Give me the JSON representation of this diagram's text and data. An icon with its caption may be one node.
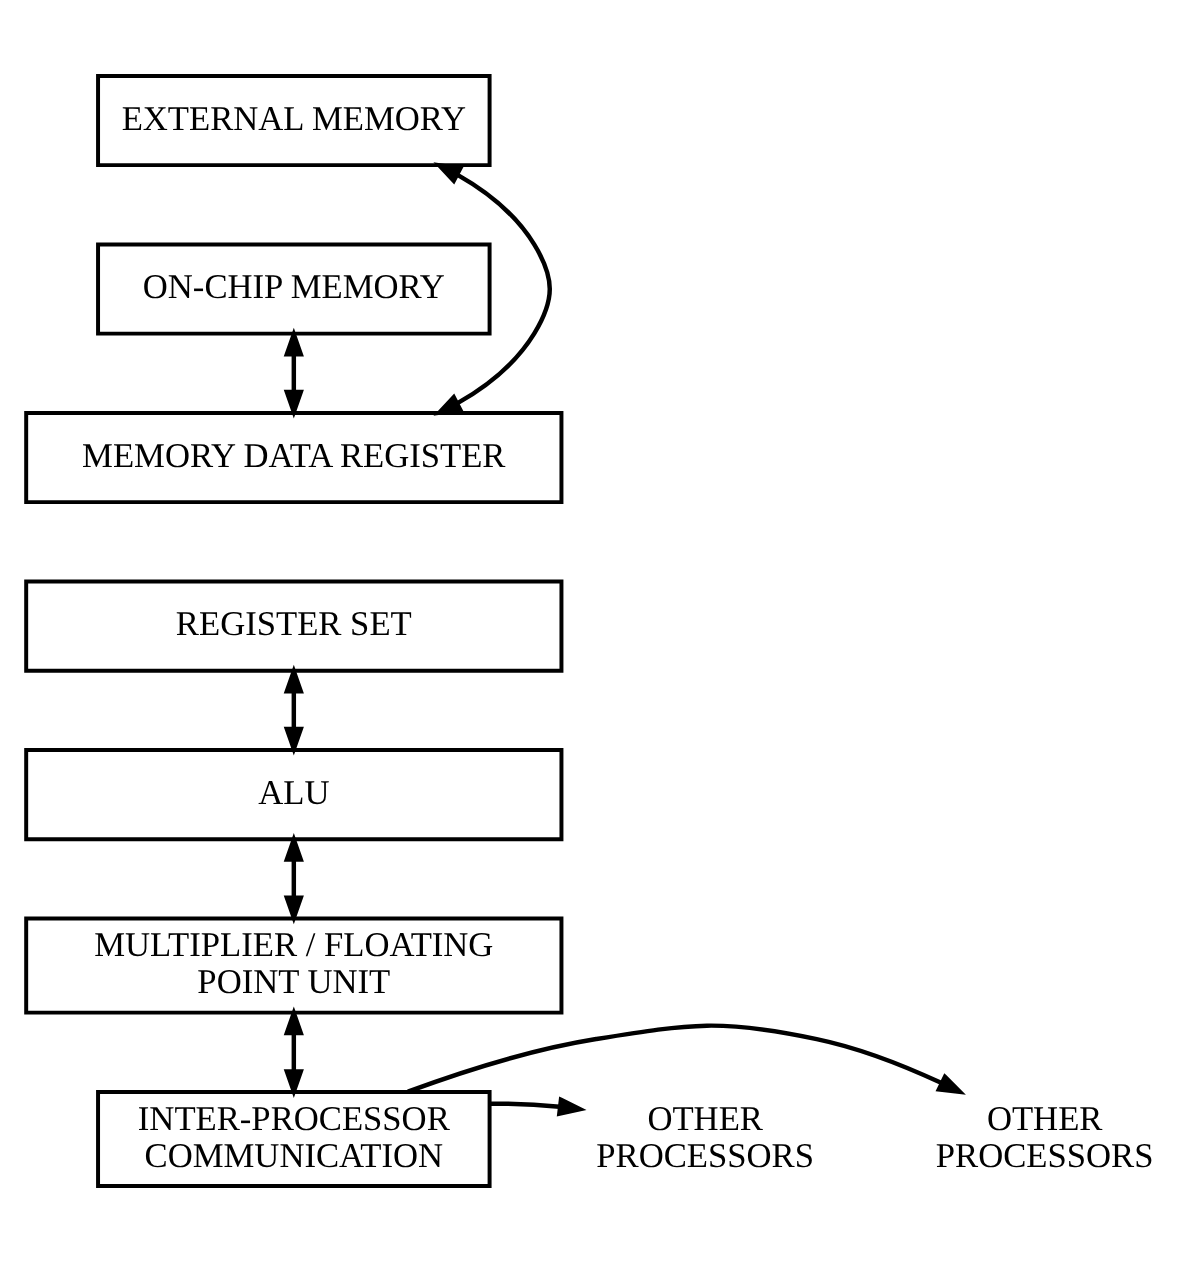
{
  "diagram": {
    "nodes": [
      {
        "text": [
          "EXTERNAL MEMORY"
        ]
      },
      {
        "text": [
          "ON-CHIP MEMORY"
        ]
      },
      {
        "text": [
          "MEMORY DATA REGISTER"
        ]
      },
      {
        "text": [
          "REGISTER SET"
        ]
      },
      {
        "text": [
          "ALU"
        ]
      },
      {
        "text": [
          "MULTIPLIER / FLOATING POINT UNIT"
        ]
      },
      {
        "text": [
          "INTER-PROCESSOR COMMUNICATION"
        ]
      },
      {
        "text": [
          "OTHER PROCESSORS"
        ]
      },
      {
        "text": [
          "OTHER PROCESSORS"
        ]
      }
    ],
    "edges": [
      {
        "from": 1,
        "to": 2,
        "arrow": "both"
      },
      {
        "from": 2,
        "to": 0,
        "arrow": "both"
      },
      {
        "from": 3,
        "to": 4,
        "arrow": "both"
      },
      {
        "from": 4,
        "to": 5,
        "arrow": "both"
      },
      {
        "from": 5,
        "to": 6,
        "arrow": "both"
      },
      {
        "from": 6,
        "to": 7,
        "arrow": "to"
      },
      {
        "from": 6,
        "to": 8,
        "arrow": "to"
      }
    ]
  }
}
